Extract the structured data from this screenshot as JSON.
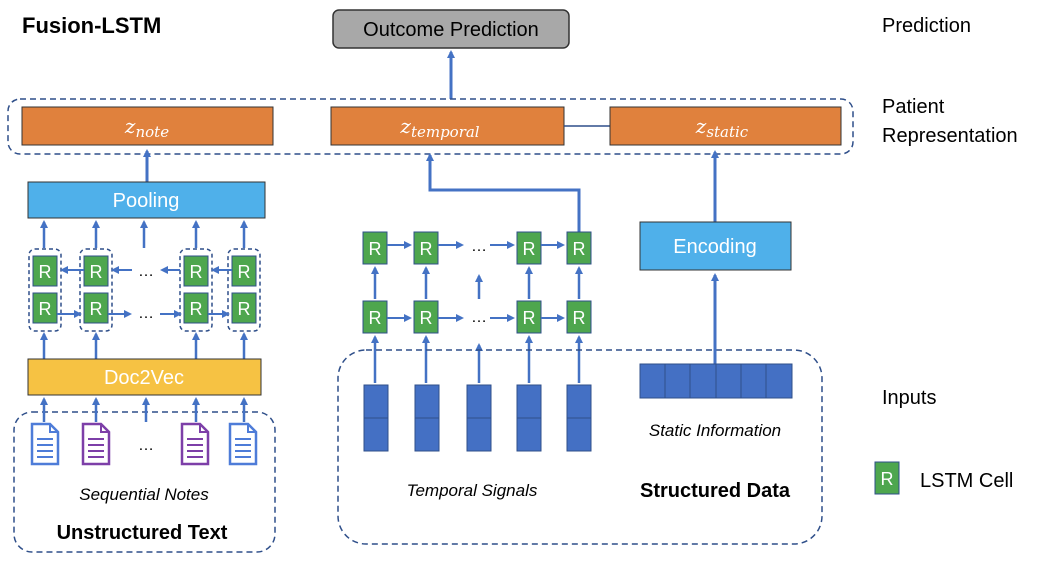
{
  "title": "Fusion-LSTM",
  "row_labels": {
    "prediction": "Prediction",
    "representation_line1": "Patient",
    "representation_line2": "Representation",
    "inputs": "Inputs"
  },
  "outcome": "Outcome Prediction",
  "z_note": {
    "base": "z",
    "sub": "note"
  },
  "z_temporal": {
    "base": "z",
    "sub": "temporal"
  },
  "z_static": {
    "base": "z",
    "sub": "static"
  },
  "pooling": "Pooling",
  "doc2vec": "Doc2Vec",
  "encoding": "Encoding",
  "cell_letter": "R",
  "ellipsis": "…",
  "sequential_notes": "Sequential Notes",
  "unstructured_text": "Unstructured Text",
  "temporal_signals": "Temporal Signals",
  "static_information": "Static Information",
  "structured_data": "Structured Data",
  "legend": {
    "letter": "R",
    "label": "LSTM Cell"
  },
  "colors": {
    "orange": "#E0813D",
    "blue_box": "#4FB0EA",
    "gold": "#F6C243",
    "green": "#4EA64E",
    "input_blue": "#4470C4",
    "arrow": "#4472C4",
    "gray": "#A8A8A8",
    "doc_blue": "#4E7CD8",
    "doc_purple": "#7D3FA8"
  }
}
